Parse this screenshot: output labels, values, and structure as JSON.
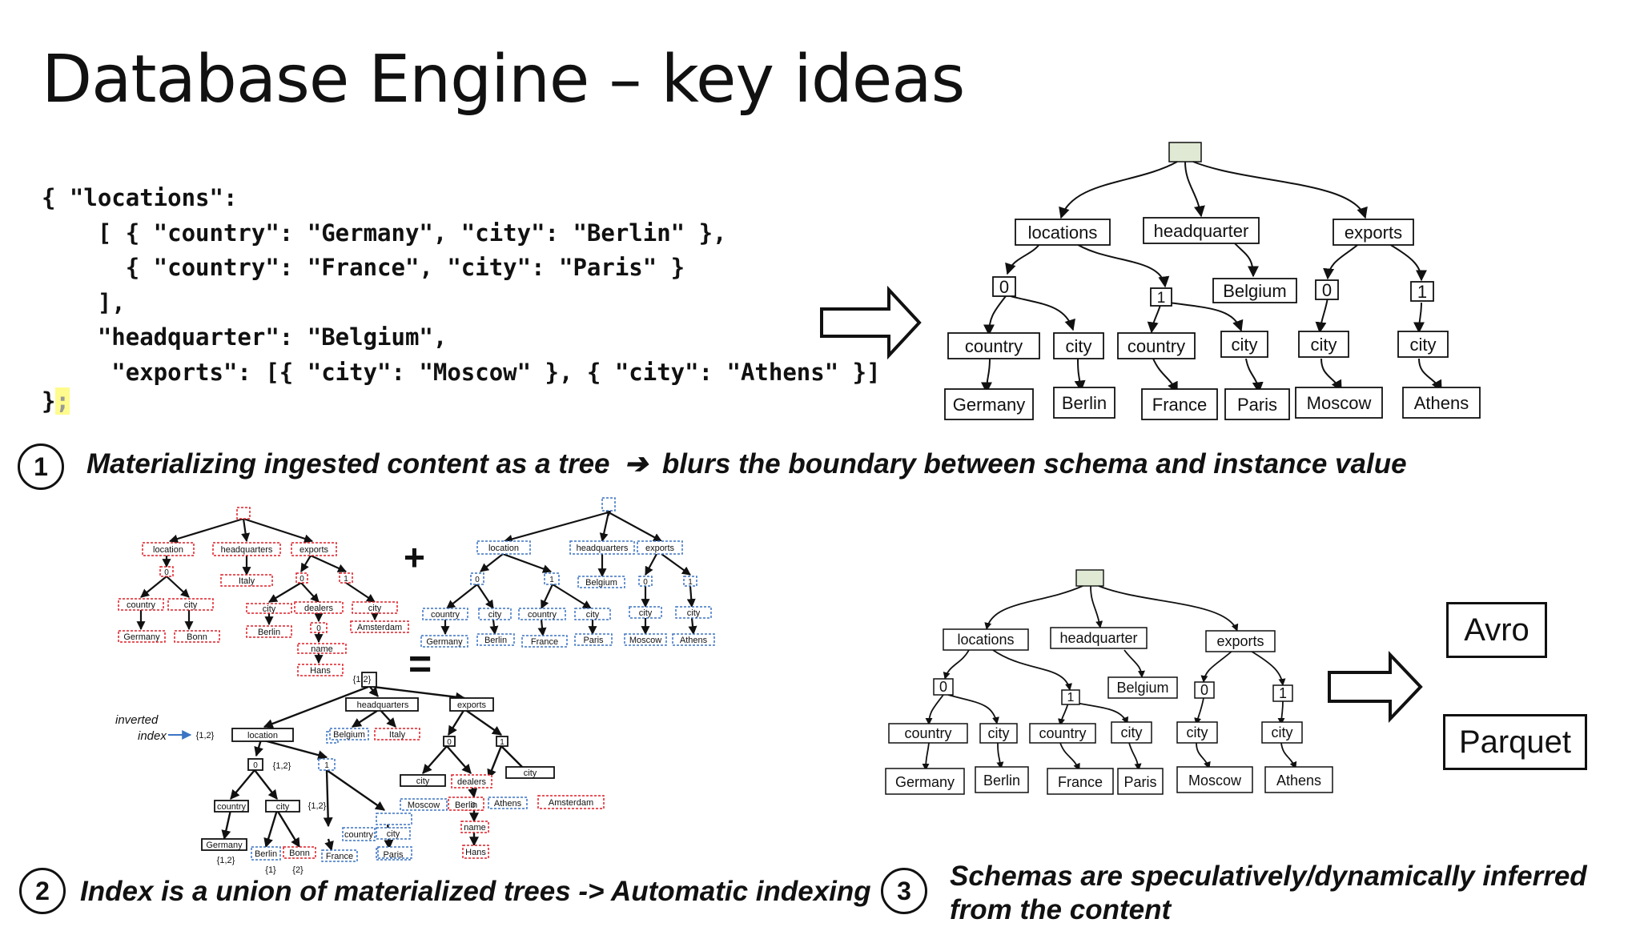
{
  "slide": {
    "title": "Database Engine – key ideas"
  },
  "code": {
    "lines": [
      "{ \"locations\":",
      "    [ { \"country\": \"Germany\", \"city\": \"Berlin\" },",
      "      { \"country\": \"France\", \"city\": \"Paris\" }",
      "    ],",
      "    \"headquarter\": \"Belgium\",",
      "     \"exports\": [{ \"city\": \"Moscow\" }, { \"city\": \"Athens\" }]"
    ],
    "closing": "}",
    "semicolon": ";"
  },
  "points": [
    {
      "number": "1",
      "text_before": "Materializing ingested content as a tree",
      "arrow": "➔",
      "text_after": "blurs the boundary between schema and instance value"
    },
    {
      "number": "2",
      "text": "Index is a union of materialized trees -> Automatic indexing"
    },
    {
      "number": "3",
      "text_line1": "Schemas are speculatively/dynamically inferred",
      "text_line2": "from the content"
    }
  ],
  "tree_labels": {
    "locations": "locations",
    "headquarter": "headquarter",
    "exports": "exports",
    "idx0": "0",
    "idx1": "1",
    "belgium": "Belgium",
    "country": "country",
    "city": "city",
    "germany": "Germany",
    "berlin": "Berlin",
    "france": "France",
    "paris": "Paris",
    "moscow": "Moscow",
    "athens": "Athens"
  },
  "union_figure": {
    "plus": "+",
    "equals": "=",
    "inverted_index_label_1": "inverted",
    "inverted_index_label_2": "index",
    "red_tree": {
      "location": "location",
      "headquarters": "headquarters",
      "exports": "exports",
      "italy": "Italy",
      "zero": "0",
      "one": "1",
      "country": "country",
      "city": "city",
      "germany": "Germany",
      "bonn": "Bonn",
      "berlin": "Berlin",
      "dealers": "dealers",
      "amsterdam": "Amsterdam",
      "name": "name",
      "hans": "Hans"
    },
    "blue_tree": {
      "location": "location",
      "headquarters": "headquarters",
      "exports": "exports",
      "belgium": "Belgium",
      "zero": "0",
      "one": "1",
      "country": "country",
      "city": "city",
      "germany": "Germany",
      "berlin": "Berlin",
      "france": "France",
      "paris": "Paris",
      "moscow": "Moscow",
      "athens": "Athens"
    },
    "merged_tree": {
      "root_set": "{1,2}",
      "location": "location",
      "location_set": "{1,2}",
      "headquarters": "headquarters",
      "exports": "exports",
      "belgium": "Belgium",
      "italy": "Italy",
      "zero": "0",
      "zero_set": "{1,2}",
      "one": "1",
      "country": "country",
      "city": "city",
      "city_set": "{1,2}",
      "germany": "Germany",
      "germany_set": "{1,2}",
      "berlin": "Berlin",
      "berlin_set": "{1}",
      "bonn": "Bonn",
      "bonn_set": "{2}",
      "france": "France",
      "paris": "Paris",
      "moscow": "Moscow",
      "dealers": "dealers",
      "name": "name",
      "hans": "Hans",
      "athens": "Athens",
      "amsterdam": "Amsterdam"
    }
  },
  "formats": {
    "avro": "Avro",
    "parquet": "Parquet"
  },
  "colors": {
    "root_fill": "#dfe9d3",
    "red_dash": "#e01f26",
    "blue_dash": "#3b74c4",
    "text": "#111111",
    "highlight": "#fffb8c"
  }
}
